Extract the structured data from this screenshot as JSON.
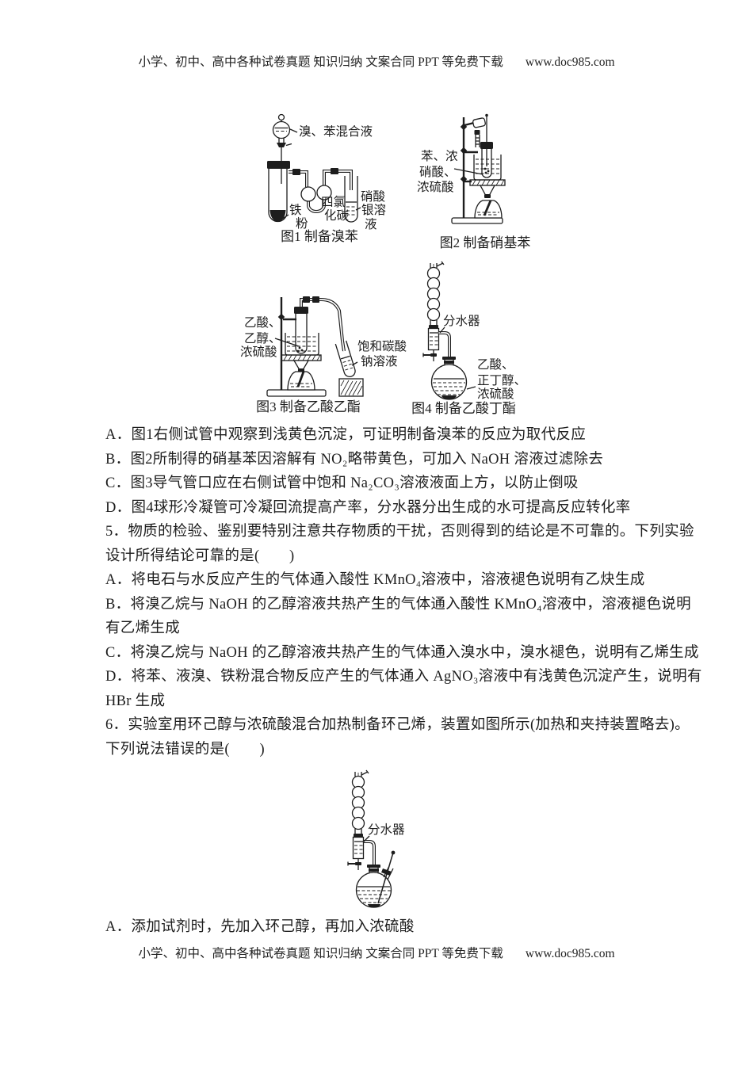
{
  "header": {
    "text": "小学、初中、高中各种试卷真题 知识归纳 文案合同 PPT 等免费下载",
    "link": "www.doc985.com"
  },
  "footer": {
    "text": "小学、初中、高中各种试卷真题 知识归纳 文案合同 PPT 等免费下载",
    "link": "www.doc985.com"
  },
  "figures": {
    "fig1": {
      "caption": "图1 制备溴苯",
      "funnel_label": "溴、苯混合液",
      "iron_1": "铁",
      "iron_2": "粉",
      "ccl4_1": "四氯",
      "ccl4_2": "化碳",
      "agno3_1": "硝酸",
      "agno3_2": "银溶",
      "agno3_3": "液"
    },
    "fig2": {
      "caption": "图2 制备硝基苯",
      "mix_1": "苯、浓",
      "mix_2": "硝酸、",
      "mix_3": "浓硫酸"
    },
    "fig3": {
      "caption": "图3 制备乙酸乙酯",
      "mix_1": "乙酸、",
      "mix_2": "乙醇、",
      "mix_3": "浓硫酸",
      "recv_1": "饱和碳酸",
      "recv_2": "钠溶液"
    },
    "fig4": {
      "caption": "图4 制备乙酸丁酯",
      "separator": "分水器",
      "mix_1": "乙酸、",
      "mix_2": "正丁醇、",
      "mix_3": "浓硫酸"
    },
    "fig6": {
      "separator": "分水器"
    }
  },
  "body_lines": [
    "A．图1右侧试管中观察到浅黄色沉淀，可证明制备溴苯的反应为取代反应",
    "B．图2所制得的硝基苯因溶解有 NO₂略带黄色，可加入 NaOH 溶液过滤除去",
    "C．图3导气管口应在右侧试管中饱和 Na₂CO₃溶液液面上方，以防止倒吸",
    "D．图4球形冷凝管可冷凝回流提高产率，分水器分出生成的水可提高反应转化率",
    "5．物质的检验、鉴别要特别注意共存物质的干扰，否则得到的结论是不可靠的。下列实验",
    "设计所得结论可靠的是(　　)",
    "A．将电石与水反应产生的气体通入酸性 KMnO₄溶液中，溶液褪色说明有乙炔生成",
    "B．将溴乙烷与 NaOH 的乙醇溶液共热产生的气体通入酸性 KMnO₄溶液中，溶液褪色说明",
    "有乙烯生成",
    "C．将溴乙烷与 NaOH 的乙醇溶液共热产生的气体通入溴水中，溴水褪色，说明有乙烯生成",
    "D．将苯、液溴、铁粉混合物反应产生的气体通入 AgNO₃溶液中有浅黄色沉淀产生，说明有",
    "HBr 生成",
    "6．实验室用环己醇与浓硫酸混合加热制备环己烯，装置如图所示(加热和夹持装置略去)。",
    "下列说法错误的是(　　)"
  ],
  "q6_option_a": "A．添加试剂时，先加入环己醇，再加入浓硫酸"
}
